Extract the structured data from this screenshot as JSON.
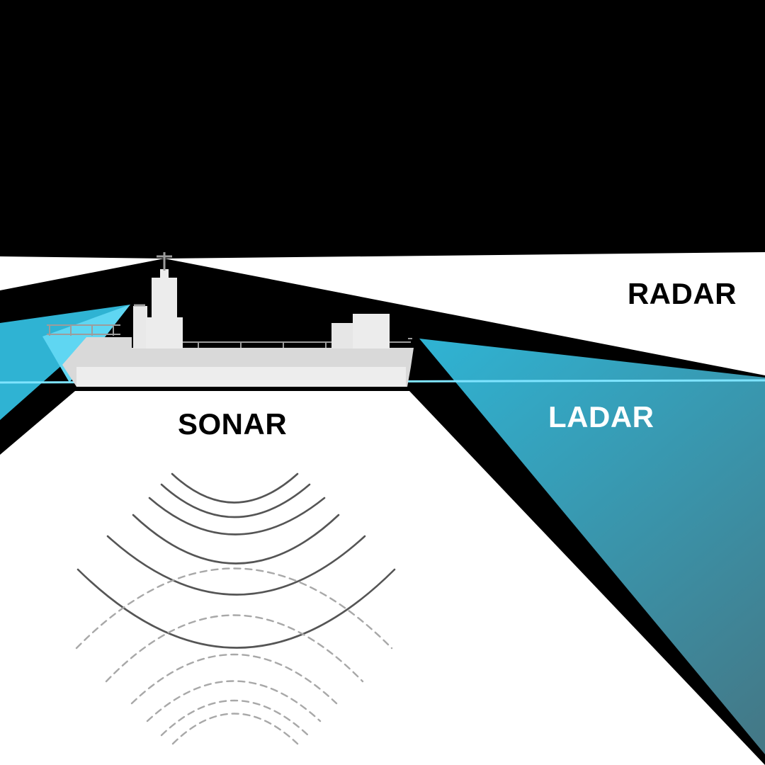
{
  "labels": {
    "radar": "RADAR",
    "sonar": "SONAR",
    "ladar": "LADAR"
  },
  "colors": {
    "background": "#000000",
    "radar_beam": "#ffffff",
    "sonar_field": "#ffffff",
    "ladar_beam_light": "#2fb3d3",
    "ladar_beam_dark": "#447785",
    "ladar_emitter": "#5fd6f2",
    "waterline": "#7fe4ff",
    "ship_hull": "#d9d9d9",
    "ship_superstructure": "#ececec",
    "sonar_wave_solid": "#555555",
    "sonar_wave_echo": "#a8a8a8",
    "radar_label": "#000000",
    "sonar_label": "#000000",
    "ladar_label": "#ffffff"
  },
  "icons": {
    "ship": "ship-icon",
    "radar_antenna": "radar-antenna-icon"
  }
}
